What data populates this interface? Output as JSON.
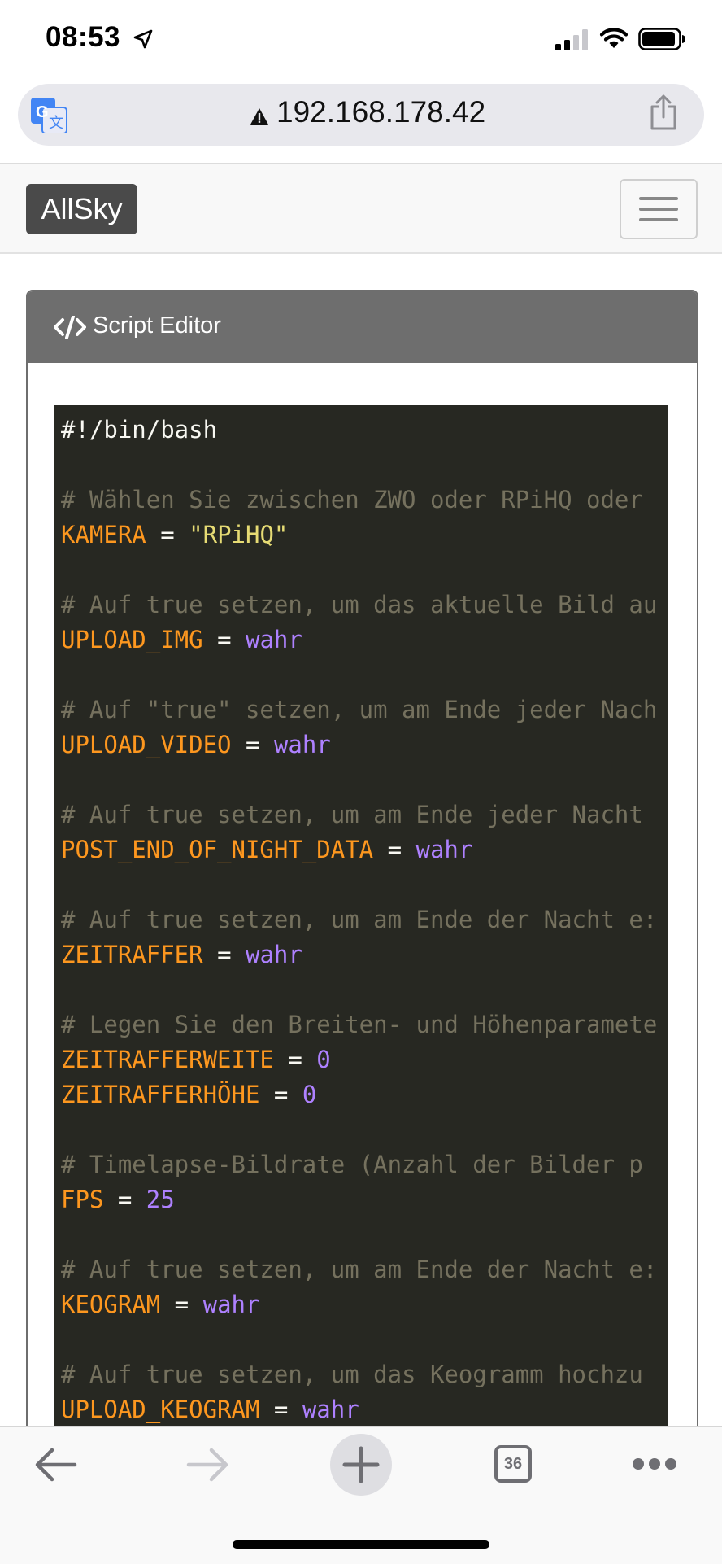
{
  "status_bar": {
    "time": "08:53"
  },
  "browser": {
    "url": "192.168.178.42",
    "tabs_count": "36"
  },
  "navbar": {
    "brand": "AllSky"
  },
  "card": {
    "title": "Script Editor"
  },
  "editor": {
    "lines": [
      [
        {
          "t": "#!/bin/bash",
          "c": "plain"
        }
      ],
      [],
      [
        {
          "t": "# Wählen Sie zwischen ZWO oder RPiHQ oder",
          "c": "comment"
        }
      ],
      [
        {
          "t": "KAMERA",
          "c": "var"
        },
        {
          "t": " = ",
          "c": "op"
        },
        {
          "t": "\"RPiHQ\"",
          "c": "str"
        }
      ],
      [],
      [
        {
          "t": "# Auf true setzen, um das aktuelle Bild au",
          "c": "comment"
        }
      ],
      [
        {
          "t": "UPLOAD_IMG",
          "c": "var"
        },
        {
          "t": " = ",
          "c": "op"
        },
        {
          "t": "wahr",
          "c": "const"
        }
      ],
      [],
      [
        {
          "t": "# Auf \"true\" setzen, um am Ende jeder Nach",
          "c": "comment"
        }
      ],
      [
        {
          "t": "UPLOAD_VIDEO",
          "c": "var"
        },
        {
          "t": " = ",
          "c": "op"
        },
        {
          "t": "wahr",
          "c": "const"
        }
      ],
      [],
      [
        {
          "t": "# Auf true setzen, um am Ende jeder Nacht",
          "c": "comment"
        }
      ],
      [
        {
          "t": "POST_END_OF_NIGHT_DATA",
          "c": "var"
        },
        {
          "t": " = ",
          "c": "op"
        },
        {
          "t": "wahr",
          "c": "const"
        }
      ],
      [],
      [
        {
          "t": "# Auf true setzen, um am Ende der Nacht e:",
          "c": "comment"
        }
      ],
      [
        {
          "t": "ZEITRAFFER",
          "c": "var"
        },
        {
          "t": " = ",
          "c": "op"
        },
        {
          "t": "wahr",
          "c": "const"
        }
      ],
      [],
      [
        {
          "t": "# Legen Sie den Breiten- und Höhenparamete",
          "c": "comment"
        }
      ],
      [
        {
          "t": "ZEITRAFFERWEITE",
          "c": "var"
        },
        {
          "t": " = ",
          "c": "op"
        },
        {
          "t": "0",
          "c": "const"
        }
      ],
      [
        {
          "t": "ZEITRAFFERHÖHE",
          "c": "var"
        },
        {
          "t": " = ",
          "c": "op"
        },
        {
          "t": "0",
          "c": "const"
        }
      ],
      [],
      [
        {
          "t": "# Timelapse-Bildrate (Anzahl der Bilder p",
          "c": "comment"
        }
      ],
      [
        {
          "t": "FPS",
          "c": "var"
        },
        {
          "t": " = ",
          "c": "op"
        },
        {
          "t": "25",
          "c": "const"
        }
      ],
      [],
      [
        {
          "t": "# Auf true setzen, um am Ende der Nacht e:",
          "c": "comment"
        }
      ],
      [
        {
          "t": "KEOGRAM",
          "c": "var"
        },
        {
          "t": " = ",
          "c": "op"
        },
        {
          "t": "wahr",
          "c": "const"
        }
      ],
      [],
      [
        {
          "t": "# Auf true setzen, um das Keogramm hochzu",
          "c": "comment"
        }
      ],
      [
        {
          "t": "UPLOAD_KEOGRAM",
          "c": "var"
        },
        {
          "t": " = ",
          "c": "op"
        },
        {
          "t": "wahr",
          "c": "const"
        }
      ]
    ]
  },
  "colors": {
    "editor_background": "#272822",
    "comment": "#75715e",
    "variable": "#fd971f",
    "string": "#e6db74",
    "constant": "#ae81ff",
    "card_header": "#6e6e6e",
    "brand_background": "#4a4a4a"
  },
  "icons": {
    "status": [
      "location-arrow-icon",
      "signal-icon",
      "wifi-icon",
      "battery-icon"
    ],
    "url_bar": [
      "translate-icon",
      "warning-icon",
      "share-icon"
    ],
    "toolbar": [
      "back-arrow-icon",
      "forward-arrow-icon",
      "plus-icon",
      "tabs-icon",
      "more-icon"
    ]
  }
}
